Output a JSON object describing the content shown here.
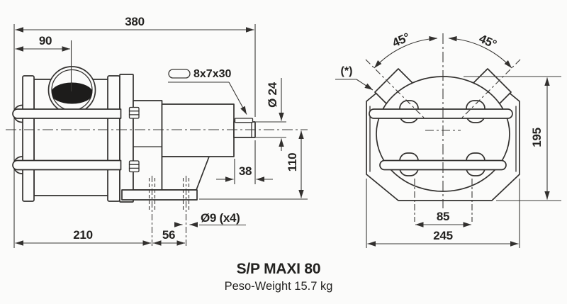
{
  "colors": {
    "background": "#fbfbfa",
    "line": "#32302e",
    "text": "#232220",
    "port_fill": "#1d1c1b"
  },
  "caption": {
    "title": "S/P MAXI 80",
    "subtitle": "Peso-Weight 15.7 kg"
  },
  "side_view": {
    "dimensions": {
      "overall_length": "380",
      "port_offset": "90",
      "key_size": "8x7x30",
      "shaft_diameter": "Ø 24",
      "shaft_length": "38",
      "axis_height": "110",
      "body_length": "210",
      "foot_hole_pitch": "56",
      "foot_hole_diameter": "Ø9 (x4)"
    }
  },
  "front_view": {
    "dimensions": {
      "port_angle_left": "45°",
      "port_angle_right": "45°",
      "port_note": "(*)",
      "overall_height": "195",
      "foot_hole_spacing": "85",
      "overall_width": "245"
    }
  }
}
